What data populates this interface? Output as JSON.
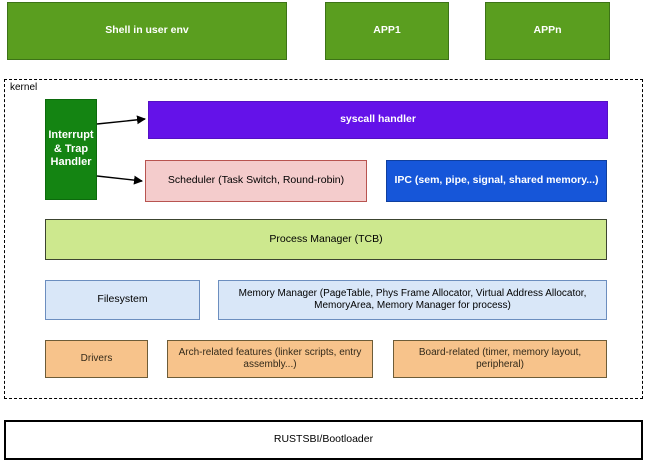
{
  "user_space": {
    "shell_label": "Shell in user env",
    "app1_label": "APP1",
    "appn_label": "APPn"
  },
  "kernel": {
    "frame_label": "kernel",
    "interrupt_trap_label": "Interrupt & Trap Handler",
    "syscall_label": "syscall handler",
    "scheduler_label": "Scheduler (Task Switch, Round-robin)",
    "ipc_label": "IPC (sem, pipe, signal, shared memory...)",
    "process_manager_label": "Process Manager (TCB)",
    "filesystem_label": "Filesystem",
    "memory_manager_label": "Memory Manager (PageTable, Phys Frame Allocator, Virtual Address Allocator, MemoryArea, Memory Manager for process)",
    "drivers_label": "Drivers",
    "arch_label": "Arch-related features (linker scripts, entry assembly...)",
    "board_label": "Board-related (timer, memory layout, peripheral)"
  },
  "firmware": {
    "bootloader_label": "RUSTSBI/Bootloader"
  },
  "colors": {
    "user_green": "#5a9e1f",
    "interrupt_green": "#148412",
    "syscall_purple": "#6412e9",
    "scheduler_pink": "#f4cccc",
    "scheduler_pink_border": "#b85450",
    "ipc_blue": "#1656d9",
    "process_light_green": "#cde88e",
    "light_blue_fill": "#d9e7f8",
    "light_blue_border": "#6c8ebf",
    "orange_fill": "#f7c38b",
    "white_text": "#ffffff",
    "black_text": "#000000"
  }
}
